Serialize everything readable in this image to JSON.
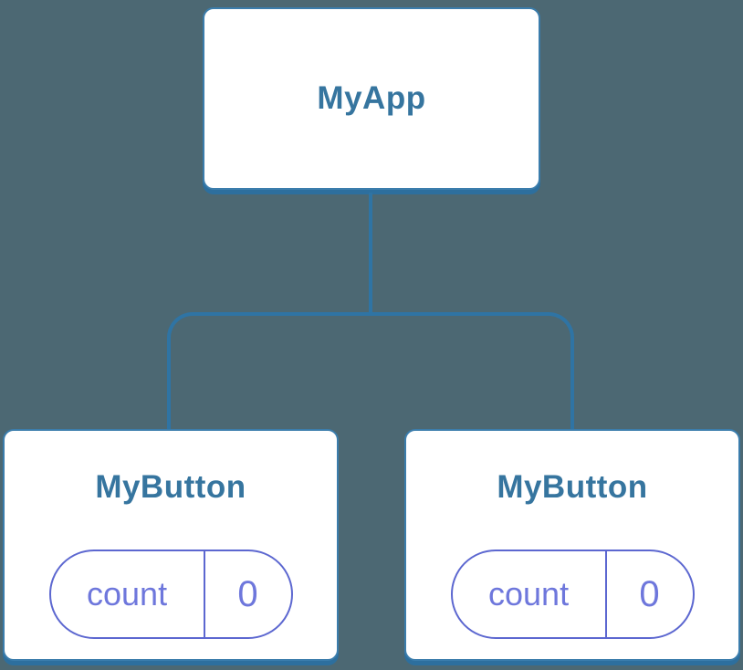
{
  "diagram": {
    "description": "React component tree diagram",
    "palette": {
      "background": "#4c6873",
      "node_fill": "#ffffff",
      "node_border": "#3b7dac",
      "connector_blue": "#2f74a4",
      "title_text": "#36759f",
      "state_purple_border": "#5c67d0",
      "state_purple_text": "#6e77dc"
    }
  },
  "tree": {
    "root": {
      "label": "MyApp"
    },
    "children": [
      {
        "label": "MyButton",
        "state": {
          "key": "count",
          "value": "0"
        }
      },
      {
        "label": "MyButton",
        "state": {
          "key": "count",
          "value": "0"
        }
      }
    ]
  }
}
